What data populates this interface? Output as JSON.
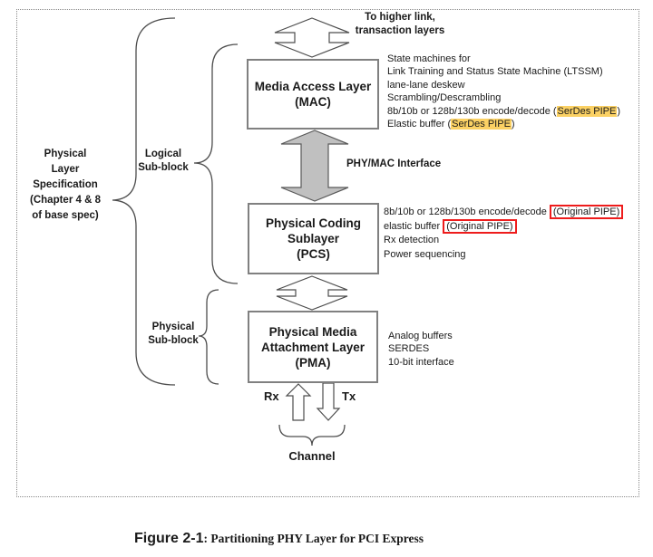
{
  "colors": {
    "hl": "#FBD164",
    "red": "#EE1C1C",
    "gray": "#C0C0C0"
  },
  "top": {
    "label": "To higher link,\ntransaction layers"
  },
  "left": {
    "spec_label": "Physical\nLayer\nSpecification\n(Chapter 4 & 8\nof base spec)",
    "logical_label": "Logical\nSub-block",
    "physical_label": "Physical\nSub-block"
  },
  "interface_label": "PHY/MAC Interface",
  "blocks": {
    "mac": {
      "title": "Media Access Layer",
      "abbr": "(MAC)",
      "notes": {
        "line1": "State machines for",
        "line2": "Link Training and Status State Machine (LTSSM)",
        "line3": "lane-lane deskew",
        "line4": "Scrambling/Descrambling",
        "line5_pre": "8b/10b or 128b/130b encode/decode (",
        "line5_hl": "SerDes PIPE",
        "line5_post": ")",
        "line6_pre": "Elastic buffer (",
        "line6_hl": "SerDes PIPE",
        "line6_post": ")"
      }
    },
    "pcs": {
      "title": "Physical Coding\nSublayer",
      "abbr": "(PCS)",
      "notes": {
        "line1_pre": "8b/10b or 128b/130b encode/decode ",
        "line1_box": "(Original PIPE)",
        "line2_pre": "elastic buffer ",
        "line2_box": "(Original PIPE)",
        "line3": "Rx detection",
        "line4": "Power sequencing"
      }
    },
    "pma": {
      "title": "Physical Media\nAttachment Layer",
      "abbr": "(PMA)",
      "notes": [
        "Analog buffers",
        "SERDES",
        "10-bit interface"
      ]
    }
  },
  "bottom": {
    "rx": "Rx",
    "tx": "Tx",
    "channel": "Channel"
  },
  "caption": {
    "label": "Figure 2-1",
    "text": ": Partitioning PHY Layer for PCI Express"
  }
}
